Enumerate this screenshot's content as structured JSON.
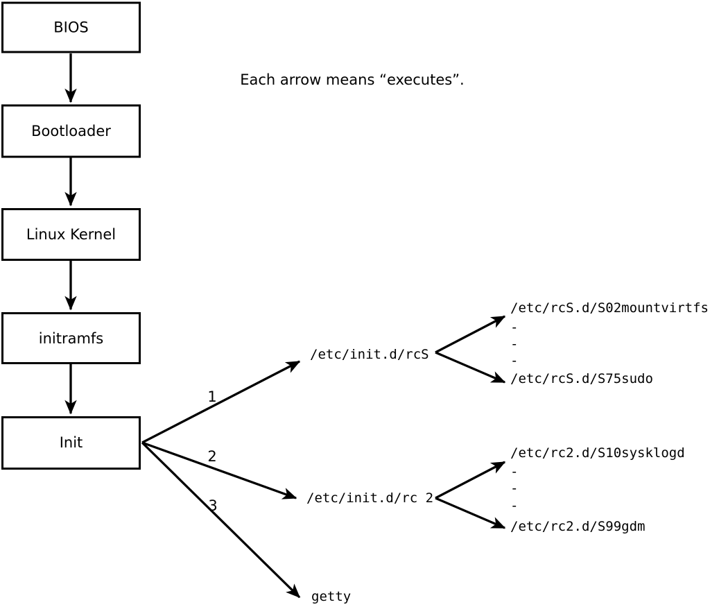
{
  "note": "Each arrow means “executes”.",
  "chain": [
    {
      "label": "BIOS"
    },
    {
      "label": "Bootloader"
    },
    {
      "label": "Linux Kernel"
    },
    {
      "label": "initramfs"
    },
    {
      "label": "Init"
    }
  ],
  "branches": [
    {
      "order": "1",
      "target": "/etc/init.d/rcS",
      "scripts": {
        "first": "/etc/rcS.d/S02mountvirtfs",
        "dashes": [
          "-",
          "-",
          "-"
        ],
        "last": "/etc/rcS.d/S75sudo"
      }
    },
    {
      "order": "2",
      "target": "/etc/init.d/rc 2",
      "scripts": {
        "first": "/etc/rc2.d/S10sysklogd",
        "dashes": [
          "-",
          "-",
          "-"
        ],
        "last": "/etc/rc2.d/S99gdm"
      }
    },
    {
      "order": "3",
      "target": "getty"
    }
  ],
  "colors": {
    "ink": "#000000",
    "background": "#ffffff"
  }
}
